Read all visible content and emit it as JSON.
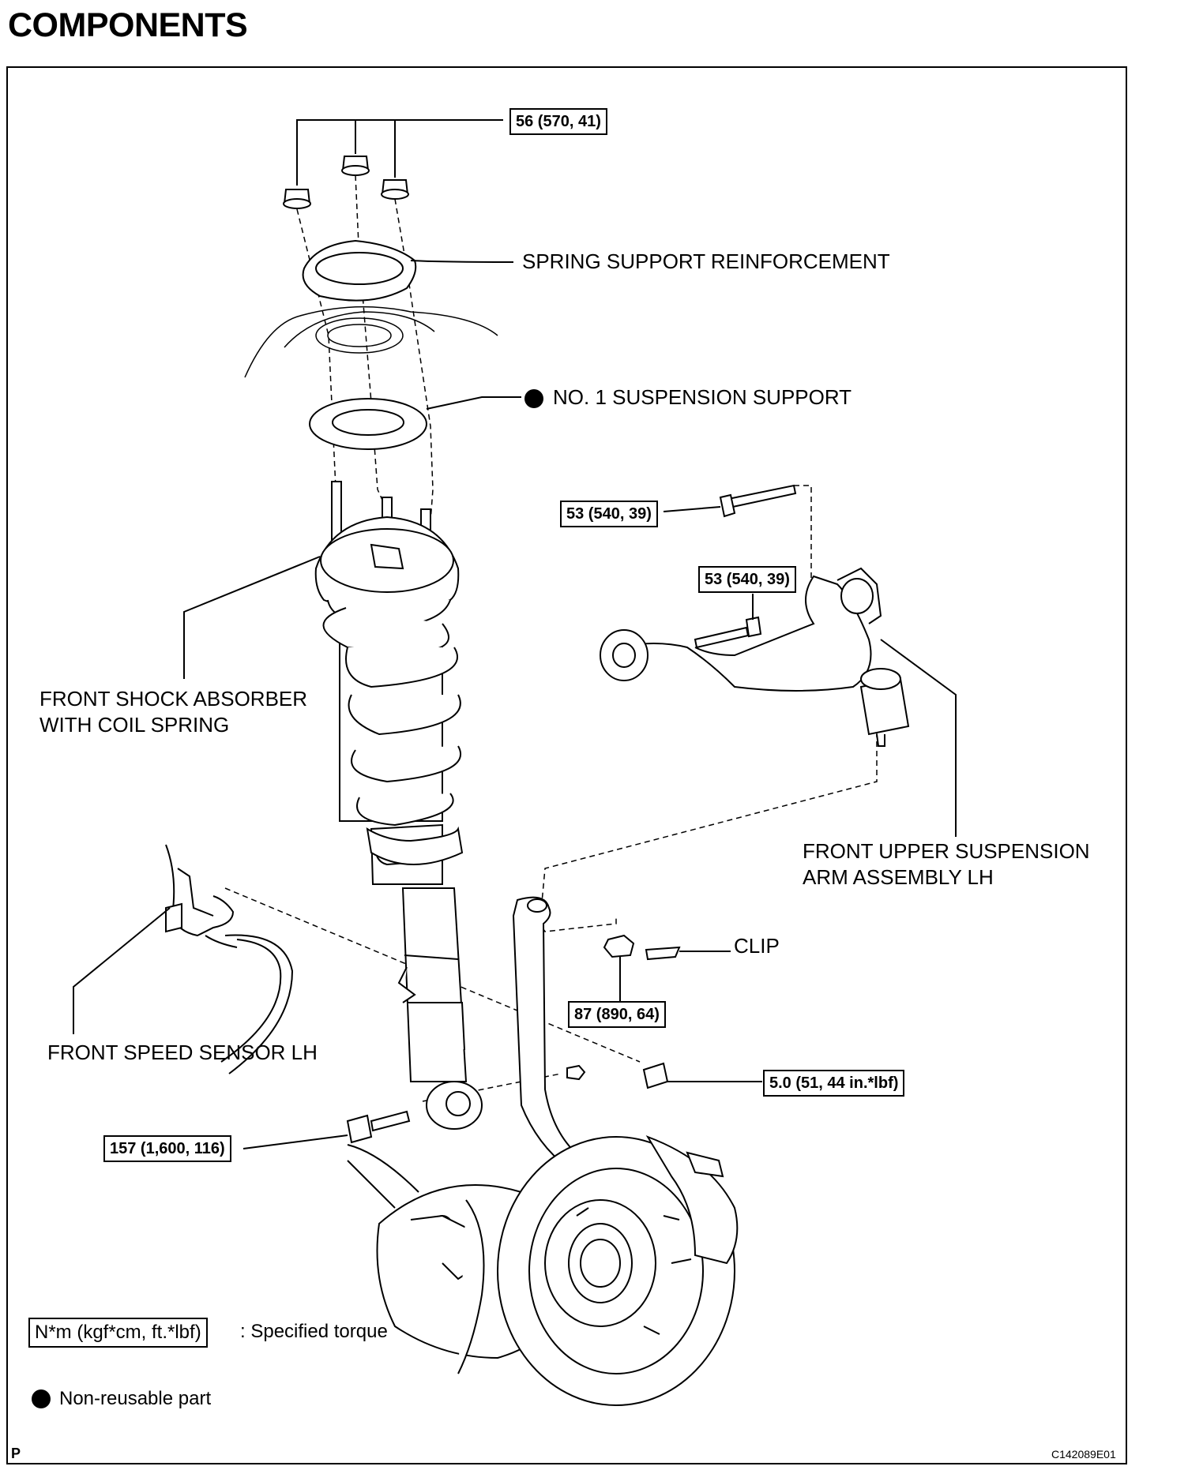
{
  "title": "COMPONENTS",
  "labels": {
    "spring_support_reinforcement": "SPRING SUPPORT REINFORCEMENT",
    "no1_suspension_support": "NO. 1 SUSPENSION SUPPORT",
    "front_shock_absorber_line1": "FRONT SHOCK ABSORBER",
    "front_shock_absorber_line2": "WITH COIL SPRING",
    "front_upper_arm_line1": "FRONT UPPER SUSPENSION",
    "front_upper_arm_line2": "ARM ASSEMBLY LH",
    "clip": "CLIP",
    "front_speed_sensor": "FRONT SPEED SENSOR LH"
  },
  "torque_specs": {
    "top_nuts": "56 (570, 41)",
    "arm_bolt_upper": "53 (540, 39)",
    "arm_bolt_lower": "53 (540, 39)",
    "knuckle_nut": "87 (890, 64)",
    "sensor_bolt": "5.0 (51, 44 in.*lbf)",
    "shock_lower_bolt": "157 (1,600, 116)"
  },
  "legend": {
    "torque_unit_box": "N*m (kgf*cm, ft.*lbf)",
    "torque_unit_text": ": Specified torque",
    "non_reusable_text": "Non-reusable part"
  },
  "footer": {
    "corner_mark": "P",
    "figure_code": "C142089E01"
  }
}
